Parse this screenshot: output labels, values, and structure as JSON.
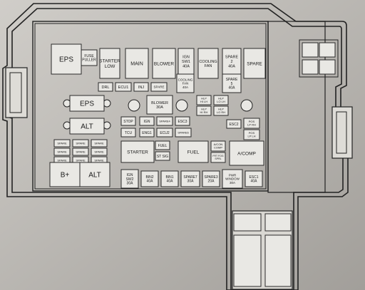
{
  "title": "",
  "boxes": [
    {
      "id": "eps-relay",
      "lines": [
        "EPS"
      ],
      "interactable": true
    },
    {
      "id": "fuse-puller",
      "lines": [
        "FUSE",
        "PULLER"
      ],
      "interactable": false
    },
    {
      "id": "starter-low",
      "lines": [
        "STARTER",
        "LOW"
      ],
      "interactable": true
    },
    {
      "id": "main",
      "lines": [
        "MAIN"
      ],
      "interactable": true
    },
    {
      "id": "blower-relay",
      "lines": [
        "BLOWER"
      ],
      "interactable": true
    },
    {
      "id": "ign-sw1",
      "lines": [
        "IGN",
        "SW1",
        "40A"
      ],
      "interactable": true
    },
    {
      "id": "cooling-fan",
      "lines": [
        "COOLING",
        "FAN"
      ],
      "interactable": true
    },
    {
      "id": "spare-2",
      "lines": [
        "SPARE",
        "2",
        "40A"
      ],
      "interactable": true
    },
    {
      "id": "spare-relay",
      "lines": [
        "SPARE"
      ],
      "interactable": true
    },
    {
      "id": "drl",
      "lines": [
        "DRL"
      ],
      "interactable": true
    },
    {
      "id": "ecu1",
      "lines": [
        "ECU1"
      ],
      "interactable": true
    },
    {
      "id": "inj",
      "lines": [
        "INJ"
      ],
      "interactable": true
    },
    {
      "id": "spare-small",
      "lines": [
        "SPARE"
      ],
      "interactable": true
    },
    {
      "id": "cooling-fan-fuse",
      "lines": [
        "COOLING",
        "FAN",
        "40A"
      ],
      "interactable": true
    },
    {
      "id": "spare-5",
      "lines": [
        "SPARE",
        "5",
        "40A"
      ],
      "interactable": true
    },
    {
      "id": "eps-fuse",
      "lines": [
        "EPS"
      ],
      "interactable": true
    },
    {
      "id": "alt-fuse",
      "lines": [
        "ALT"
      ],
      "interactable": true
    },
    {
      "id": "blower-fuse",
      "lines": [
        "BLOWER",
        "30A"
      ],
      "interactable": true
    },
    {
      "id": "hlp-hi-lh",
      "lines": [
        "HLP",
        "HI LH"
      ],
      "interactable": true
    },
    {
      "id": "hlp-lo-lh",
      "lines": [
        "HLP",
        "LO LH"
      ],
      "interactable": true
    },
    {
      "id": "hlp-hi-rh",
      "lines": [
        "HLP",
        "HI RH"
      ],
      "interactable": true
    },
    {
      "id": "hlp-lo-rh",
      "lines": [
        "HLP",
        "LO RH"
      ],
      "interactable": true
    },
    {
      "id": "stop",
      "lines": [
        "STOP"
      ],
      "interactable": true
    },
    {
      "id": "ign",
      "lines": [
        "IGN"
      ],
      "interactable": true
    },
    {
      "id": "spare-4",
      "lines": [
        "SPARE4"
      ],
      "interactable": true
    },
    {
      "id": "esc3",
      "lines": [
        "ESC3"
      ],
      "interactable": true
    },
    {
      "id": "esc2",
      "lines": [
        "ESC2"
      ],
      "interactable": true
    },
    {
      "id": "pos-lp-rh",
      "lines": [
        "POS",
        "LP RH"
      ],
      "interactable": true
    },
    {
      "id": "tcu",
      "lines": [
        "TCU"
      ],
      "interactable": true
    },
    {
      "id": "eng1",
      "lines": [
        "ENG1"
      ],
      "interactable": true
    },
    {
      "id": "ecu2",
      "lines": [
        "ECU2"
      ],
      "interactable": true
    },
    {
      "id": "spare-6",
      "lines": [
        "SPARE6"
      ],
      "interactable": true
    },
    {
      "id": "pos-lp-lh",
      "lines": [
        "POS",
        "LP LH"
      ],
      "interactable": true
    },
    {
      "id": "spare-l1",
      "lines": [
        "SPARE"
      ],
      "interactable": true
    },
    {
      "id": "spare-l2",
      "lines": [
        "SPARE"
      ],
      "interactable": true
    },
    {
      "id": "spare-l3",
      "lines": [
        "SPARE"
      ],
      "interactable": true
    },
    {
      "id": "spare-l4",
      "lines": [
        "SPARE"
      ],
      "interactable": true
    },
    {
      "id": "spare-l5",
      "lines": [
        "SPARE"
      ],
      "interactable": true
    },
    {
      "id": "spare-l6",
      "lines": [
        "SPARE"
      ],
      "interactable": true
    },
    {
      "id": "spare-l7",
      "lines": [
        "SPARE"
      ],
      "interactable": true
    },
    {
      "id": "spare-l8",
      "lines": [
        "SPARE"
      ],
      "interactable": true
    },
    {
      "id": "spare-l9",
      "lines": [
        "SPARE"
      ],
      "interactable": true
    },
    {
      "id": "starter",
      "lines": [
        "STARTER"
      ],
      "interactable": true
    },
    {
      "id": "fuel-fuse",
      "lines": [
        "FUEL"
      ],
      "interactable": true
    },
    {
      "id": "st-sig",
      "lines": [
        "ST SIG"
      ],
      "interactable": true
    },
    {
      "id": "fuel-relay",
      "lines": [
        "FUEL"
      ],
      "interactable": true
    },
    {
      "id": "a-con-comp",
      "lines": [
        "A/CON",
        "COMP"
      ],
      "interactable": true
    },
    {
      "id": "frt-fog",
      "lines": [
        "FRT FOG",
        "SPRL"
      ],
      "interactable": true
    },
    {
      "id": "a-comp",
      "lines": [
        "A/COMP"
      ],
      "interactable": true
    },
    {
      "id": "b-plus",
      "lines": [
        "B+"
      ],
      "interactable": true
    },
    {
      "id": "alt-terminal",
      "lines": [
        "ALT"
      ],
      "interactable": true
    },
    {
      "id": "ign-sw2",
      "lines": [
        "IGN",
        "SW2",
        "30A"
      ],
      "interactable": true
    },
    {
      "id": "bin2",
      "lines": [
        "BIN2",
        "40A"
      ],
      "interactable": true
    },
    {
      "id": "bin1",
      "lines": [
        "BIN1",
        "40A"
      ],
      "interactable": true
    },
    {
      "id": "spare7",
      "lines": [
        "SPARE7",
        "30A"
      ],
      "interactable": true
    },
    {
      "id": "spare3",
      "lines": [
        "SPARE3",
        "20A"
      ],
      "interactable": true
    },
    {
      "id": "pwr-window",
      "lines": [
        "PWR",
        "WINDOW",
        "30A"
      ],
      "interactable": true
    },
    {
      "id": "esc1",
      "lines": [
        "ESC1",
        "40A"
      ],
      "interactable": true
    }
  ]
}
